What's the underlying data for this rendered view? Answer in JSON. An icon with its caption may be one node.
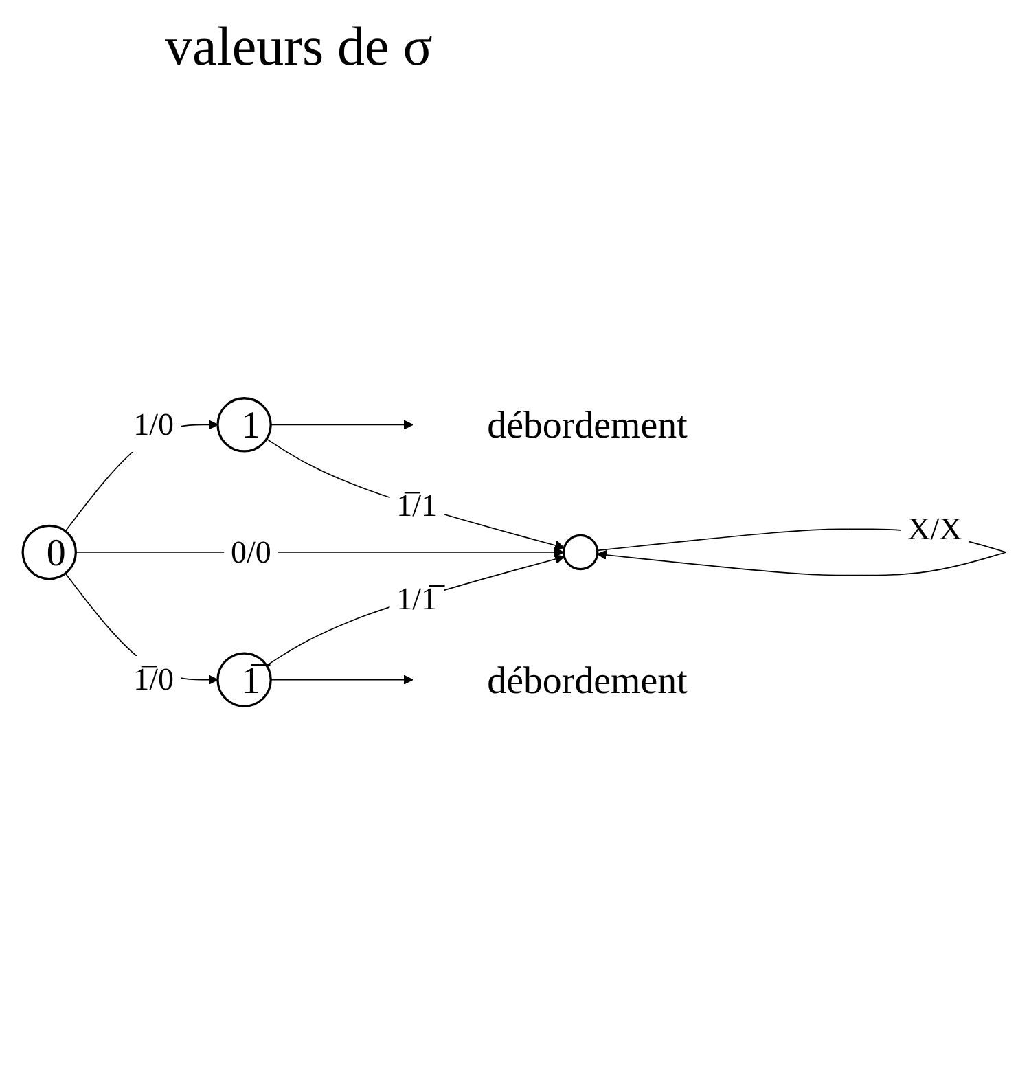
{
  "diagram": {
    "title": "valeurs de σ",
    "nodes": [
      {
        "text": [
          "1"
        ]
      },
      {
        "text": [
          "0"
        ]
      },
      {
        "text": [
          "1̅"
        ]
      },
      {
        "text": [],
        "shape": "circle"
      },
      {
        "text": [
          "débordement"
        ]
      },
      {
        "text": [
          "débordement"
        ]
      }
    ],
    "edges": [
      {
        "from": 1,
        "to": 0,
        "label": "1/0",
        "arrow": "to"
      },
      {
        "from": 0,
        "to": 4,
        "arrow": "to"
      },
      {
        "from": 0,
        "to": 3,
        "label": "1̅/1",
        "arrow": "to"
      },
      {
        "from": 1,
        "to": 3,
        "label": "0/0",
        "arrow": "to"
      },
      {
        "from": 3,
        "to": 3,
        "label": "X/X",
        "arrow": "to"
      },
      {
        "from": 1,
        "to": 2,
        "label": "1̅/0",
        "arrow": "to"
      },
      {
        "from": 2,
        "to": 3,
        "label": "1/1̅",
        "arrow": "to"
      },
      {
        "from": 2,
        "to": 5,
        "arrow": "to"
      }
    ]
  }
}
